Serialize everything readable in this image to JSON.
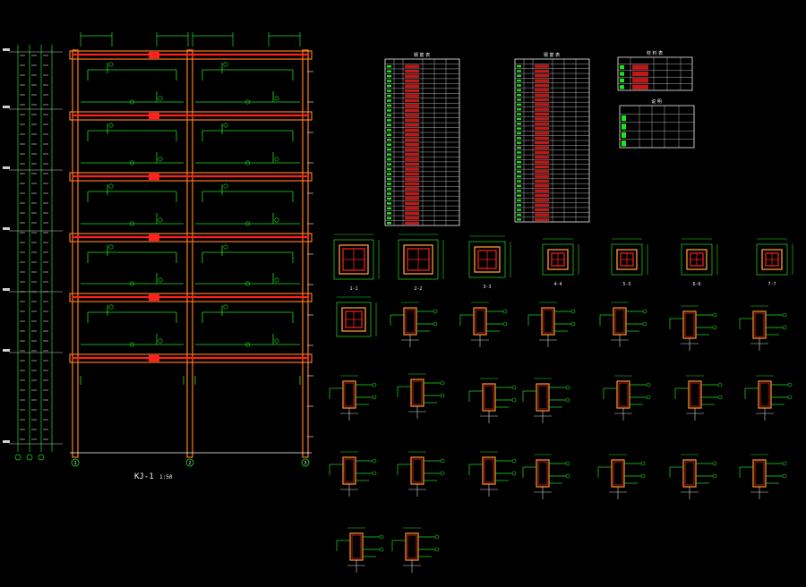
{
  "drawing": {
    "title": "KJ-1",
    "scale_text": "1:50",
    "axes_bottom": [
      "1",
      "2",
      "3"
    ],
    "background": "#000000",
    "colors": {
      "column": "#ff7a1a",
      "beam_highlight": "#ff2020",
      "rebar": "#20e020",
      "text": "#f2f2f2",
      "section_outline": "#ff9a30"
    }
  },
  "section_labels": [
    "1-1",
    "2-2",
    "3-3",
    "4-4",
    "5-5",
    "6-6",
    "7-7"
  ],
  "tables": [
    {
      "title": "钢 筋 表",
      "rows": 34
    },
    {
      "title": "钢 筋 表",
      "rows": 34
    },
    {
      "title": "材 料 表",
      "rows": 5
    },
    {
      "title": "说 明",
      "rows": 5
    }
  ]
}
